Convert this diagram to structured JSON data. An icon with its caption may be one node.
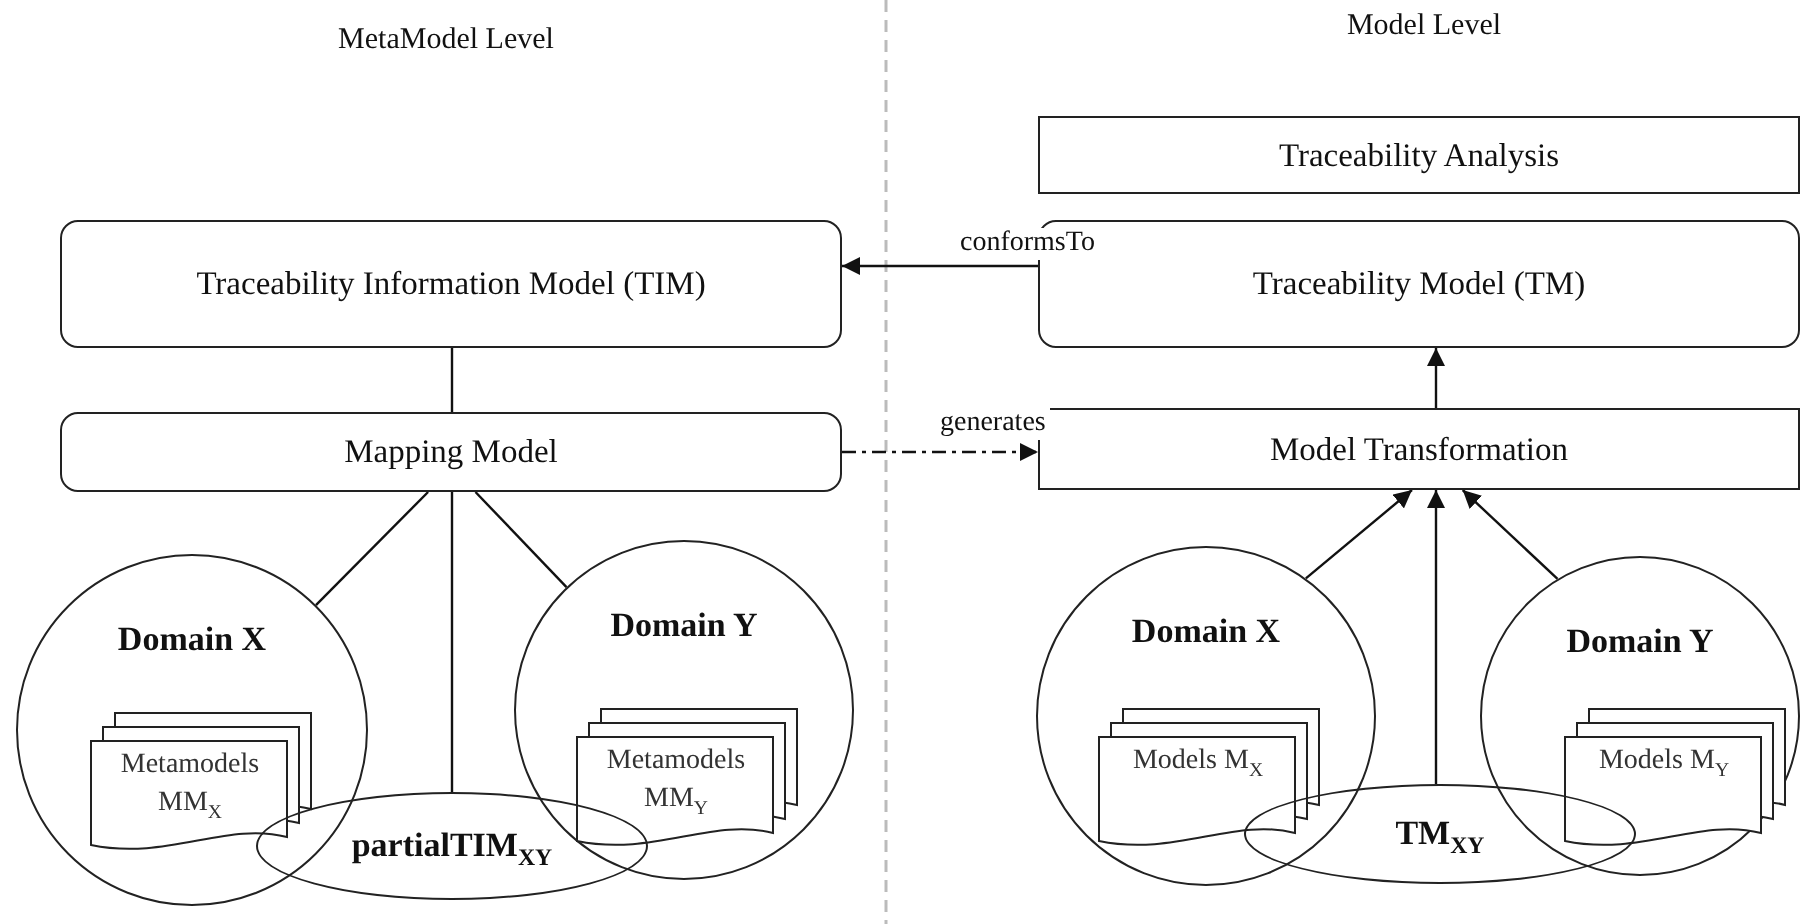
{
  "diagram": {
    "nodes": [
      {
        "text": [
          "Traceability Information Model (TIM)"
        ]
      },
      {
        "text": [
          "Mapping Model"
        ]
      },
      {
        "text": [
          "Domain X"
        ]
      },
      {
        "text": [
          "Metamodels MM$_{X}$"
        ],
        "in": 2
      },
      {
        "text": [
          "Domain Y"
        ]
      },
      {
        "text": [
          "Metamodels MM$_{Y}$"
        ],
        "in": 4
      },
      {
        "text": [
          "partialTIM$_{XY}$"
        ]
      },
      {
        "text": [
          "Traceability Analysis"
        ]
      },
      {
        "text": [
          "Traceability Model (TM)"
        ]
      },
      {
        "text": [
          "Model Transformation"
        ]
      },
      {
        "text": [
          "Domain X"
        ]
      },
      {
        "text": [
          "Models M$_{X}$"
        ],
        "in": 10
      },
      {
        "text": [
          "Domain Y"
        ]
      },
      {
        "text": [
          "Models M$_{Y}$"
        ],
        "in": 12
      },
      {
        "text": [
          "TM$_{XY}$"
        ]
      }
    ],
    "edges": [
      {
        "from": 0,
        "to": 1,
        "arrow": "none"
      },
      {
        "from": 1,
        "to": 2,
        "arrow": "none"
      },
      {
        "from": 1,
        "to": 6,
        "arrow": "none"
      },
      {
        "from": 1,
        "to": 4,
        "arrow": "none"
      },
      {
        "from": 8,
        "to": 0,
        "arrow": "to",
        "label": "conformsTo"
      },
      {
        "from": 1,
        "to": 9,
        "arrow": "to",
        "label": "generates",
        "style": "dashed"
      },
      {
        "from": 9,
        "to": 8,
        "arrow": "to"
      },
      {
        "from": 10,
        "to": 9,
        "arrow": "to"
      },
      {
        "from": 14,
        "to": 9,
        "arrow": "to"
      },
      {
        "from": 12,
        "to": 9,
        "arrow": "to"
      }
    ],
    "labels": [
      "MetaModel Level",
      "Model Level"
    ]
  }
}
